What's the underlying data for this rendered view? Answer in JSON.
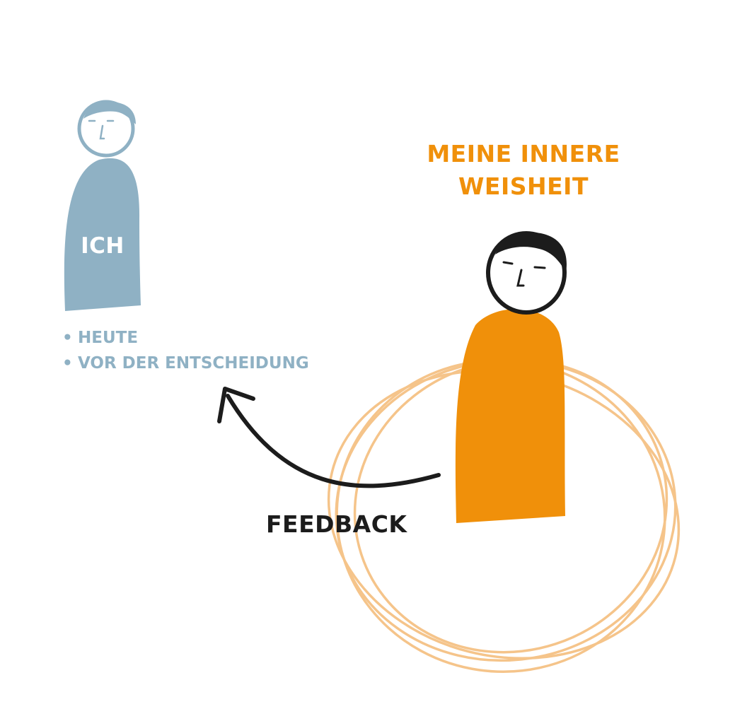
{
  "self": {
    "label": "ICH",
    "color": "#8fb1c4",
    "notes": [
      "HEUTE",
      "VOR DER ENTSCHEIDUNG"
    ]
  },
  "wisdom": {
    "title_line1": "MEINE INNERE",
    "title_line2": "WEISHEIT",
    "body_color": "#f0900a",
    "circle_color": "#f5c48a"
  },
  "feedback": {
    "label": "FEEDBACK",
    "arrow_color": "#1c1c1c"
  }
}
